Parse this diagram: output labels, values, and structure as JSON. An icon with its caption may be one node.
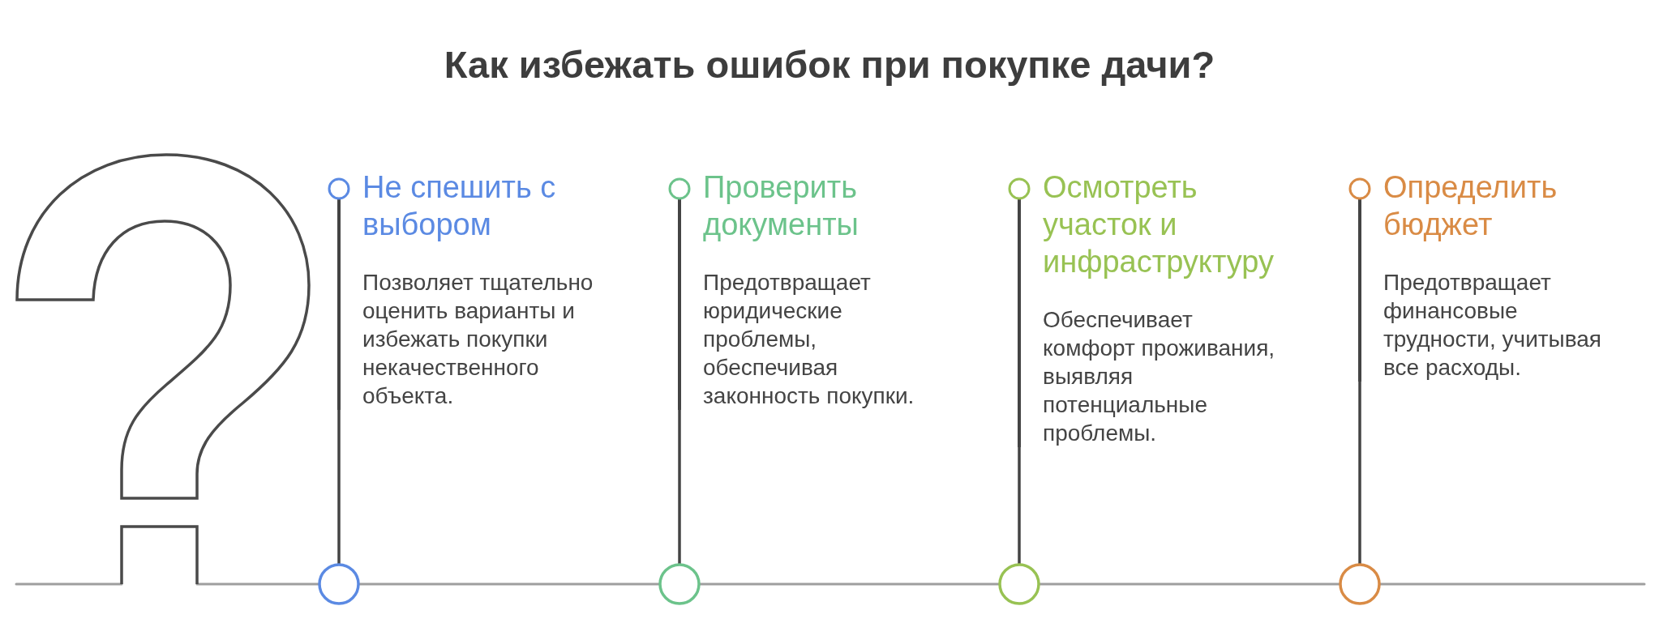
{
  "diagram": {
    "title": "Как избежать ошибок при покупке дачи?",
    "nodes": [
      {
        "text": [
          "Не спешить с выбором",
          "Позволяет тщательно оценить варианты и избежать покупки некачественного объекта."
        ]
      },
      {
        "text": [
          "Проверить документы",
          "Предотвращает юридические проблемы, обеспечивая законность покупки."
        ]
      },
      {
        "text": [
          "Осмотреть участок и инфраструктуру",
          "Обеспечивает комфорт проживания, выявляя потенциальные проблемы."
        ]
      },
      {
        "text": [
          "Определить бюджет",
          "Предотвращает финансовые трудности, учитывая все расходы."
        ]
      },
      {
        "text": [],
        "shape": "circle"
      },
      {
        "text": [],
        "shape": "circle"
      },
      {
        "text": [],
        "shape": "circle"
      },
      {
        "text": [],
        "shape": "circle"
      }
    ],
    "edges": [
      {
        "from": 0,
        "to": 4,
        "arrow": "none"
      },
      {
        "from": 1,
        "to": 5,
        "arrow": "none"
      },
      {
        "from": 2,
        "to": 6,
        "arrow": "none"
      },
      {
        "from": 3,
        "to": 7,
        "arrow": "none"
      }
    ]
  }
}
